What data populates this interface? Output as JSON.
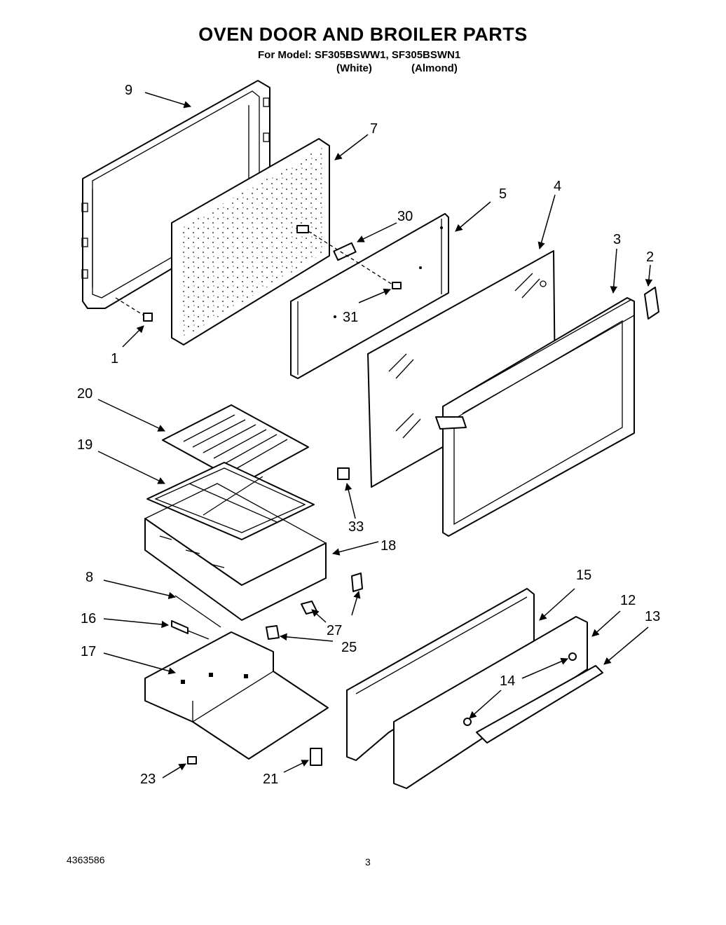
{
  "header": {
    "title": "OVEN DOOR AND BROILER PARTS",
    "model_line": "For Model: SF305BSWW1, SF305BSWN1",
    "variant_1": "(White)",
    "variant_2": "(Almond)"
  },
  "footer": {
    "document_number": "4363586",
    "page_number": "3"
  },
  "callouts": {
    "c1": "1",
    "c2": "2",
    "c3": "3",
    "c4": "4",
    "c5": "5",
    "c7": "7",
    "c8": "8",
    "c9": "9",
    "c12": "12",
    "c13": "13",
    "c14": "14",
    "c15": "15",
    "c16": "16",
    "c17": "17",
    "c18": "18",
    "c19": "19",
    "c20": "20",
    "c21": "21",
    "c23": "23",
    "c25": "25",
    "c27": "27",
    "c30": "30",
    "c31": "31",
    "c33": "33"
  }
}
